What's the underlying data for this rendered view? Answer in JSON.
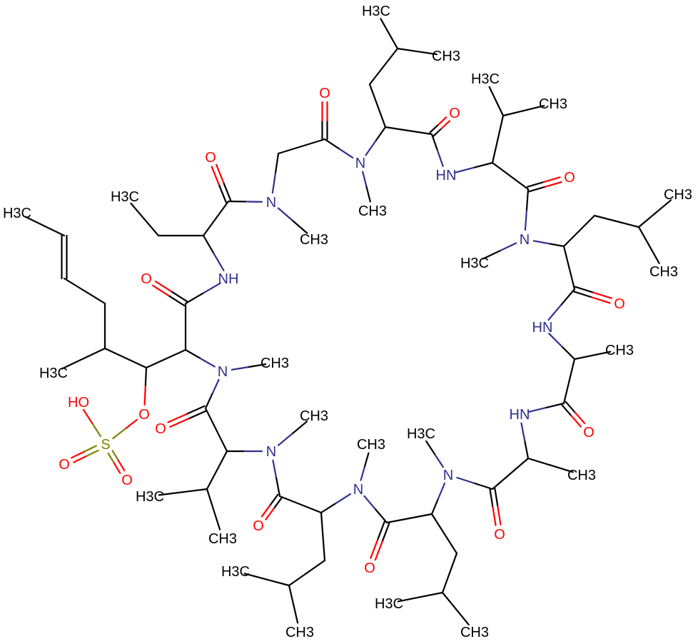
{
  "title": "Cyclic peptide structure with sulfate ester",
  "colors": {
    "carbon": "#000000",
    "nitrogen": "#30308f",
    "oxygen": "#ff0000",
    "sulfur": "#808000"
  },
  "atom_labels": {
    "a1": "H3C",
    "a3": "CH3",
    "a7": "O",
    "a8": "N",
    "a9": "CH3",
    "a11": "O",
    "a13": "N",
    "a14": "CH3",
    "a16": "O",
    "a19": "H3C",
    "a20": "NH",
    "a22": "O",
    "a24": "N",
    "a25": "CH3",
    "a27": "O",
    "a29": "H3C",
    "a33": "H3C",
    "a34": "S",
    "a35": "HO",
    "a36": "O",
    "a37": "O",
    "a39": "O",
    "a41": "N",
    "a43": "H3C",
    "a44": "CH3",
    "a45": "CH3",
    "a47": "O",
    "a49": "N",
    "a52": "H3C",
    "a53": "CH3",
    "a54": "CH3",
    "a56": "O",
    "a58": "N",
    "a61": "H3C",
    "a62": "CH3",
    "a63": "H3C",
    "a65": "O",
    "a67": "CH3",
    "a68": "HN",
    "a70": "O",
    "a72": "CH3",
    "a73": "HN",
    "a75": "O",
    "a77": "N",
    "a80": "CH3",
    "a81": "CH3",
    "a82": "H3C",
    "a84": "O",
    "a86": "HN",
    "a88": "H3C",
    "a89": "CH3"
  }
}
